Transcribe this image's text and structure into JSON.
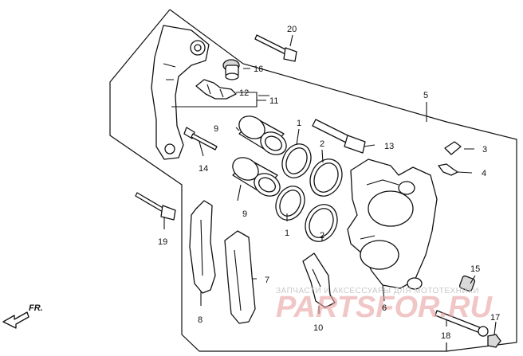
{
  "callouts": {
    "c1a": "1",
    "c1b": "1",
    "c2a": "2",
    "c2b": "2",
    "c3": "3",
    "c4": "4",
    "c5": "5",
    "c6": "6",
    "c7": "7",
    "c8": "8",
    "c9a": "9",
    "c9b": "9",
    "c10": "10",
    "c11": "11",
    "c12": "12",
    "c13": "13",
    "c14": "14",
    "c15": "15",
    "c16": "16",
    "c17": "17",
    "c18": "18",
    "c19": "19",
    "c20": "20"
  },
  "direction": {
    "label": "FR."
  },
  "watermark": {
    "text": "ЗАПЧАСТИ И АКСЕССУАРЫ ДЛЯ МОТОТЕХНИКИ",
    "logo": "PARTSFOR.RU"
  },
  "colors": {
    "ink": "#111111",
    "paper": "#ffffff",
    "watermark_text": "#c8c8c8",
    "watermark_logo": "#e8a0a0"
  }
}
